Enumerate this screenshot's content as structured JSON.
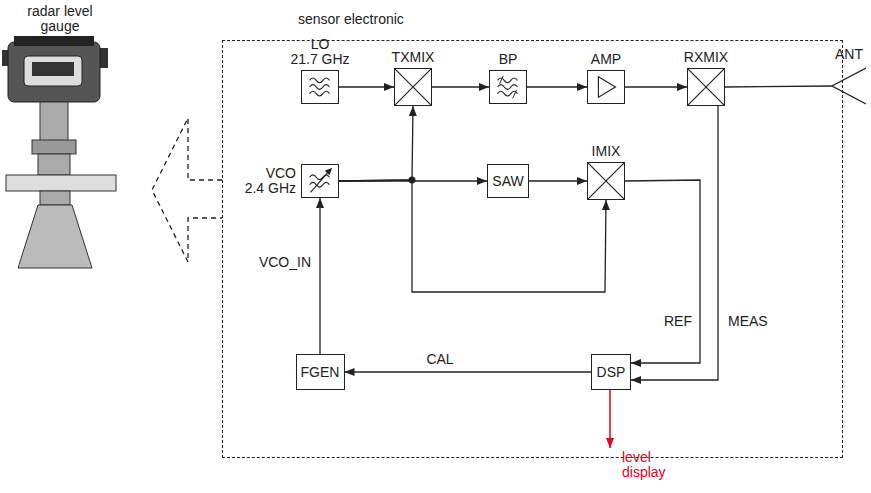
{
  "diagram": {
    "nodes": [
      {
        "text": [
          "sensor electronic"
        ]
      },
      {
        "text": [
          "LO",
          "21.7 GHz"
        ],
        "in": 0
      },
      {
        "text": [
          "TXMIX"
        ],
        "in": 0
      },
      {
        "text": [
          "BP"
        ],
        "in": 0
      },
      {
        "text": [
          "AMP"
        ],
        "in": 0
      },
      {
        "text": [
          "RXMIX"
        ],
        "in": 0
      },
      {
        "text": [
          "ANT"
        ]
      },
      {
        "text": [
          "VCO",
          "2.4 GHz"
        ],
        "in": 0
      },
      {
        "text": [
          "SAW"
        ],
        "in": 0
      },
      {
        "text": [
          "IMIX"
        ],
        "in": 0
      },
      {
        "text": [
          "FGEN"
        ],
        "in": 0
      },
      {
        "text": [
          "DSP"
        ],
        "in": 0
      }
    ],
    "edges": [
      {
        "from": 1,
        "to": 2,
        "arrow": "to"
      },
      {
        "from": 2,
        "to": 3,
        "arrow": "to"
      },
      {
        "from": 3,
        "to": 4,
        "arrow": "to"
      },
      {
        "from": 4,
        "to": 5,
        "arrow": "to"
      },
      {
        "from": 5,
        "to": 6,
        "arrow": "none"
      },
      {
        "from": 7,
        "to": 2,
        "arrow": "to"
      },
      {
        "from": 7,
        "to": 8,
        "arrow": "to"
      },
      {
        "from": 7,
        "to": 9,
        "arrow": "to"
      },
      {
        "from": 8,
        "to": 9,
        "arrow": "to"
      },
      {
        "from": 9,
        "to": 11,
        "label": "REF",
        "arrow": "to"
      },
      {
        "from": 5,
        "to": 11,
        "label": "MEAS",
        "arrow": "to"
      },
      {
        "from": 11,
        "to": 10,
        "label": "CAL",
        "arrow": "to"
      },
      {
        "from": 10,
        "to": 7,
        "label": "VCO_IN",
        "arrow": "to"
      }
    ],
    "labels": [
      "radar level gauge",
      "level display"
    ]
  }
}
